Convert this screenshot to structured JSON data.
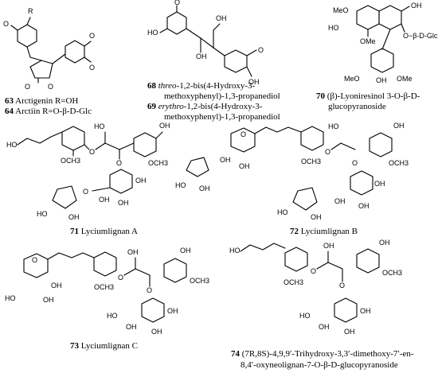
{
  "compounds": {
    "c63": {
      "num": "63",
      "name": "Arctigenin R=OH"
    },
    "c64": {
      "num": "64",
      "name": "Arctiin R=O-β-D-Glc"
    },
    "c68": {
      "num": "68",
      "prefix": "threo",
      "line1": "-1,2-bis(4-Hydroxy-3-",
      "line2": "methoxyphenyl)-1,3-propanediol"
    },
    "c69": {
      "num": "69",
      "prefix": "erythro",
      "line1": "-1,2-bis(4-Hydroxy-3-",
      "line2": "methoxyphenyl)-1,3-propanediol"
    },
    "c70": {
      "num": "70",
      "line1": "(β)-Lyoniresinol 3-O-β-D-",
      "line2": "glucopyranoside"
    },
    "c71": {
      "num": "71",
      "name": "Lyciumlignan A"
    },
    "c72": {
      "num": "72",
      "name": "Lyciumlignan B"
    },
    "c73": {
      "num": "73",
      "name": "Lyciumlignan C"
    },
    "c74": {
      "num": "74",
      "line1": "(7R,8S)-4,9,9′-Trihydroxy-3,3′-dimethoxy-7′-en-",
      "line2": "8,4′-oxyneolignan-7-O-β-D-glucopyranoside"
    }
  },
  "atoms": {
    "R": "R",
    "OH": "OH",
    "HO": "HO",
    "O": "O",
    "OMe": "OMe",
    "MeO": "MeO",
    "OCH3": "OCH3",
    "OGlc": "O−β-D-Glc"
  }
}
